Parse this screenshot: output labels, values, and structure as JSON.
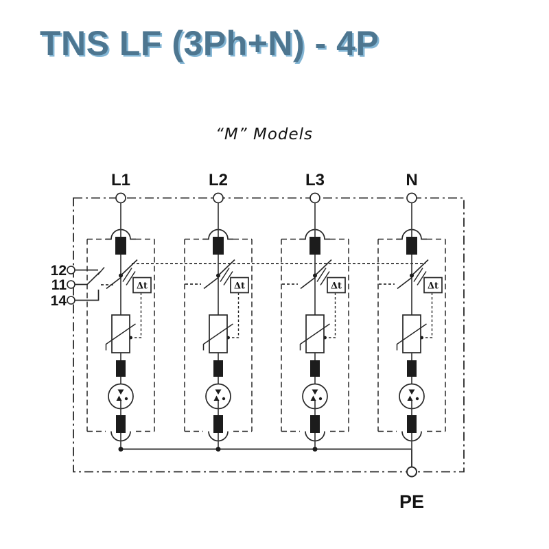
{
  "page": {
    "title": "TNS LF (3Ph+N) - 4P",
    "subtitle": "“M” Models"
  },
  "colors": {
    "title_text": "#4d7690",
    "title_shadow": "#82b5d4",
    "diagram_line": "#262626",
    "component_fill": "#1c1c1c",
    "background": "#ffffff"
  },
  "diagram": {
    "phase_labels": [
      "L1",
      "L2",
      "L3",
      "N"
    ],
    "ground_label": "PE",
    "remote_terminals": [
      "12",
      "11",
      "14"
    ],
    "thermal_monitor_label": "Δt"
  }
}
